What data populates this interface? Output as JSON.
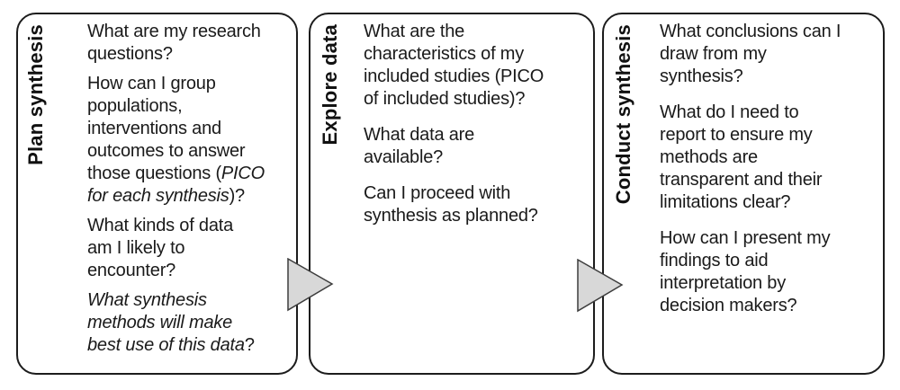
{
  "figure": {
    "background": "#ffffff",
    "box_border_color": "#1c1c1c",
    "text_color": "#1a1a1a",
    "arrow": {
      "icon": "triangle-right-icon",
      "fill": "#d8d8d8",
      "stroke": "#3d3d3d"
    }
  },
  "boxes": [
    {
      "label": "Plan synthesis",
      "questions": [
        {
          "lines": [
            [
              {
                "t": "What are my research"
              }
            ],
            [
              {
                "t": "questions?"
              }
            ]
          ]
        },
        {
          "lines": [
            [
              {
                "t": "How can I group"
              }
            ],
            [
              {
                "t": "populations,"
              }
            ],
            [
              {
                "t": "interventions and"
              }
            ],
            [
              {
                "t": "outcomes to answer"
              }
            ],
            [
              {
                "t": "those questions ("
              },
              {
                "t": "PICO",
                "i": true
              }
            ],
            [
              {
                "t": "for each synthesis",
                "i": true
              },
              {
                "t": ")?"
              }
            ]
          ]
        },
        {
          "lines": [
            [
              {
                "t": "What kinds of data"
              }
            ],
            [
              {
                "t": "am I likely to"
              }
            ],
            [
              {
                "t": "encounter?"
              }
            ]
          ]
        },
        {
          "lines": [
            [
              {
                "t": "What synthesis",
                "i": true
              }
            ],
            [
              {
                "t": "methods will make",
                "i": true
              }
            ],
            [
              {
                "t": "best use of this data",
                "i": true
              },
              {
                "t": "?"
              }
            ]
          ]
        }
      ]
    },
    {
      "label": "Explore data",
      "questions": [
        {
          "lines": [
            [
              {
                "t": "What are the"
              }
            ],
            [
              {
                "t": "characteristics of my"
              }
            ],
            [
              {
                "t": "included studies (PICO"
              }
            ],
            [
              {
                "t": "of included studies)?"
              }
            ]
          ]
        },
        {
          "lines": [
            [
              {
                "t": "What data are"
              }
            ],
            [
              {
                "t": "available?"
              }
            ]
          ]
        },
        {
          "lines": [
            [
              {
                "t": "Can I proceed with"
              }
            ],
            [
              {
                "t": "synthesis as planned?"
              }
            ]
          ]
        }
      ]
    },
    {
      "label": "Conduct synthesis",
      "questions": [
        {
          "lines": [
            [
              {
                "t": "What conclusions can I"
              }
            ],
            [
              {
                "t": "draw from my"
              }
            ],
            [
              {
                "t": "synthesis?"
              }
            ]
          ]
        },
        {
          "lines": [
            [
              {
                "t": "What do I need to"
              }
            ],
            [
              {
                "t": "report to ensure my"
              }
            ],
            [
              {
                "t": "methods are"
              }
            ],
            [
              {
                "t": "transparent and their"
              }
            ],
            [
              {
                "t": "limitations clear?"
              }
            ]
          ]
        },
        {
          "lines": [
            [
              {
                "t": "How can I present my"
              }
            ],
            [
              {
                "t": "findings to aid"
              }
            ],
            [
              {
                "t": "interpretation by"
              }
            ],
            [
              {
                "t": "decision makers?"
              }
            ]
          ]
        }
      ]
    }
  ]
}
